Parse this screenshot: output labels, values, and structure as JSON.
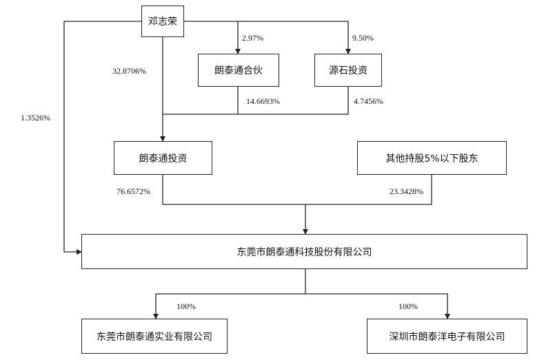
{
  "entities": {
    "deng": "邓志荣",
    "ltthh": "朗泰通合伙",
    "ysts": "源石投资",
    "lttz": "朗泰通投资",
    "others": "其他持股5%以下股东",
    "company": "东莞市朗泰通科技股份有限公司",
    "sub1": "东莞市朗泰通实业有限公司",
    "sub2": "深圳市朗泰洋电子有限公司"
  },
  "percentages": {
    "deng_to_ltthh": "2.97%",
    "deng_to_ysts": "9.50%",
    "deng_to_lttz": "32.8706%",
    "deng_to_company": "1.3526%",
    "ltthh_to_lttz": "14.6693%",
    "ysts_to_lttz": "4.7456%",
    "lttz_to_company": "76.6572%",
    "others_to_company": "23.3428%",
    "company_to_sub1": "100%",
    "company_to_sub2": "100%"
  },
  "colors": {
    "line": "#222222"
  }
}
